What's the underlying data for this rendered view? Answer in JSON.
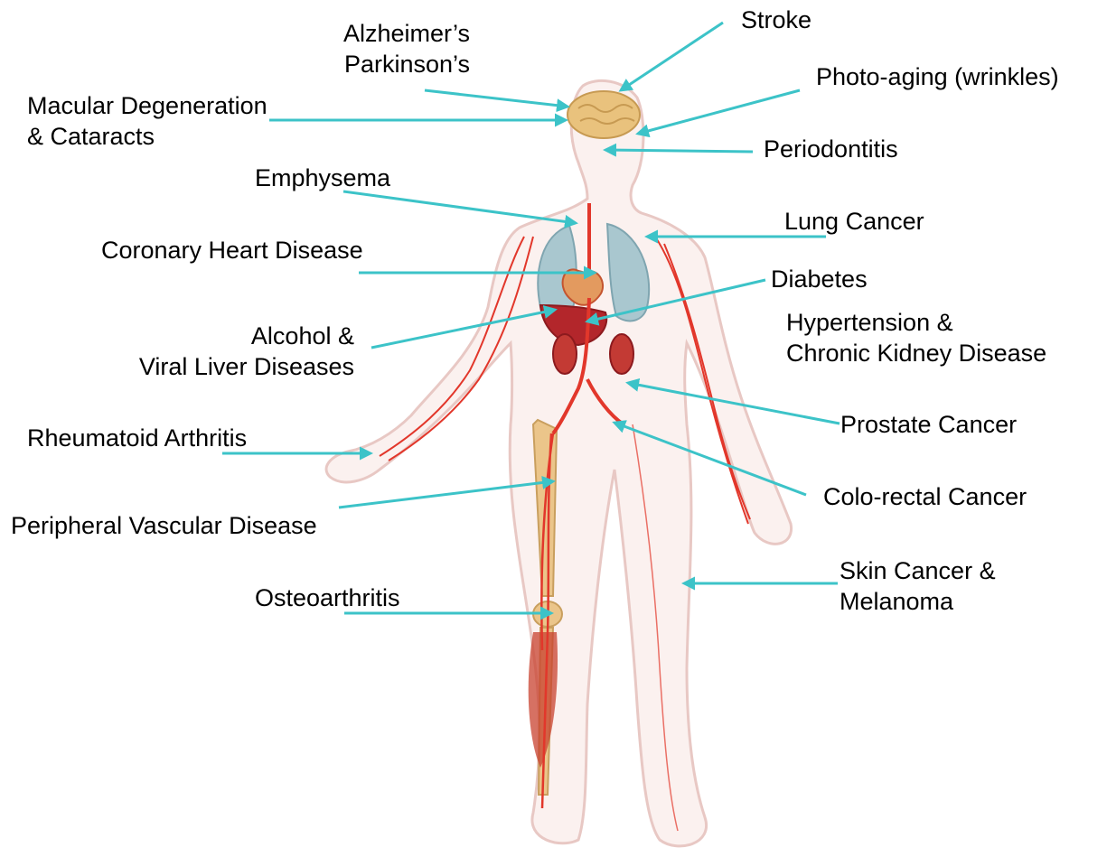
{
  "colors": {
    "leader": "#3cc3c8",
    "skin_fill": "#fbf1ef",
    "skin_outline": "#e8c8c4",
    "vessel": "#e2372b",
    "bone": "#ebc58a",
    "lung": "#a9c7cf",
    "liver": "#b3262b",
    "brain": "#e9c27d",
    "muscle": "#c8412f"
  },
  "labels": {
    "stroke": "Stroke",
    "alzheimers": [
      "Alzheimer’s",
      "Parkinson’s"
    ],
    "photoaging": "Photo-aging (wrinkles)",
    "macular": [
      "Macular Degeneration",
      "& Cataracts"
    ],
    "periodontitis": "Periodontitis",
    "emphysema": "Emphysema",
    "lung_cancer": "Lung Cancer",
    "coronary": "Coronary Heart Disease",
    "diabetes": "Diabetes",
    "hypertension": [
      "Hypertension &",
      "Chronic Kidney Disease"
    ],
    "alcohol": [
      "Alcohol &",
      "Viral Liver Diseases"
    ],
    "prostate": "Prostate Cancer",
    "rheumatoid": "Rheumatoid Arthritis",
    "colorectal": "Colo-rectal Cancer",
    "pvd": "Peripheral Vascular Disease",
    "skin_cancer": [
      "Skin Cancer &",
      "Melanoma"
    ],
    "osteoarthritis": "Osteoarthritis"
  }
}
